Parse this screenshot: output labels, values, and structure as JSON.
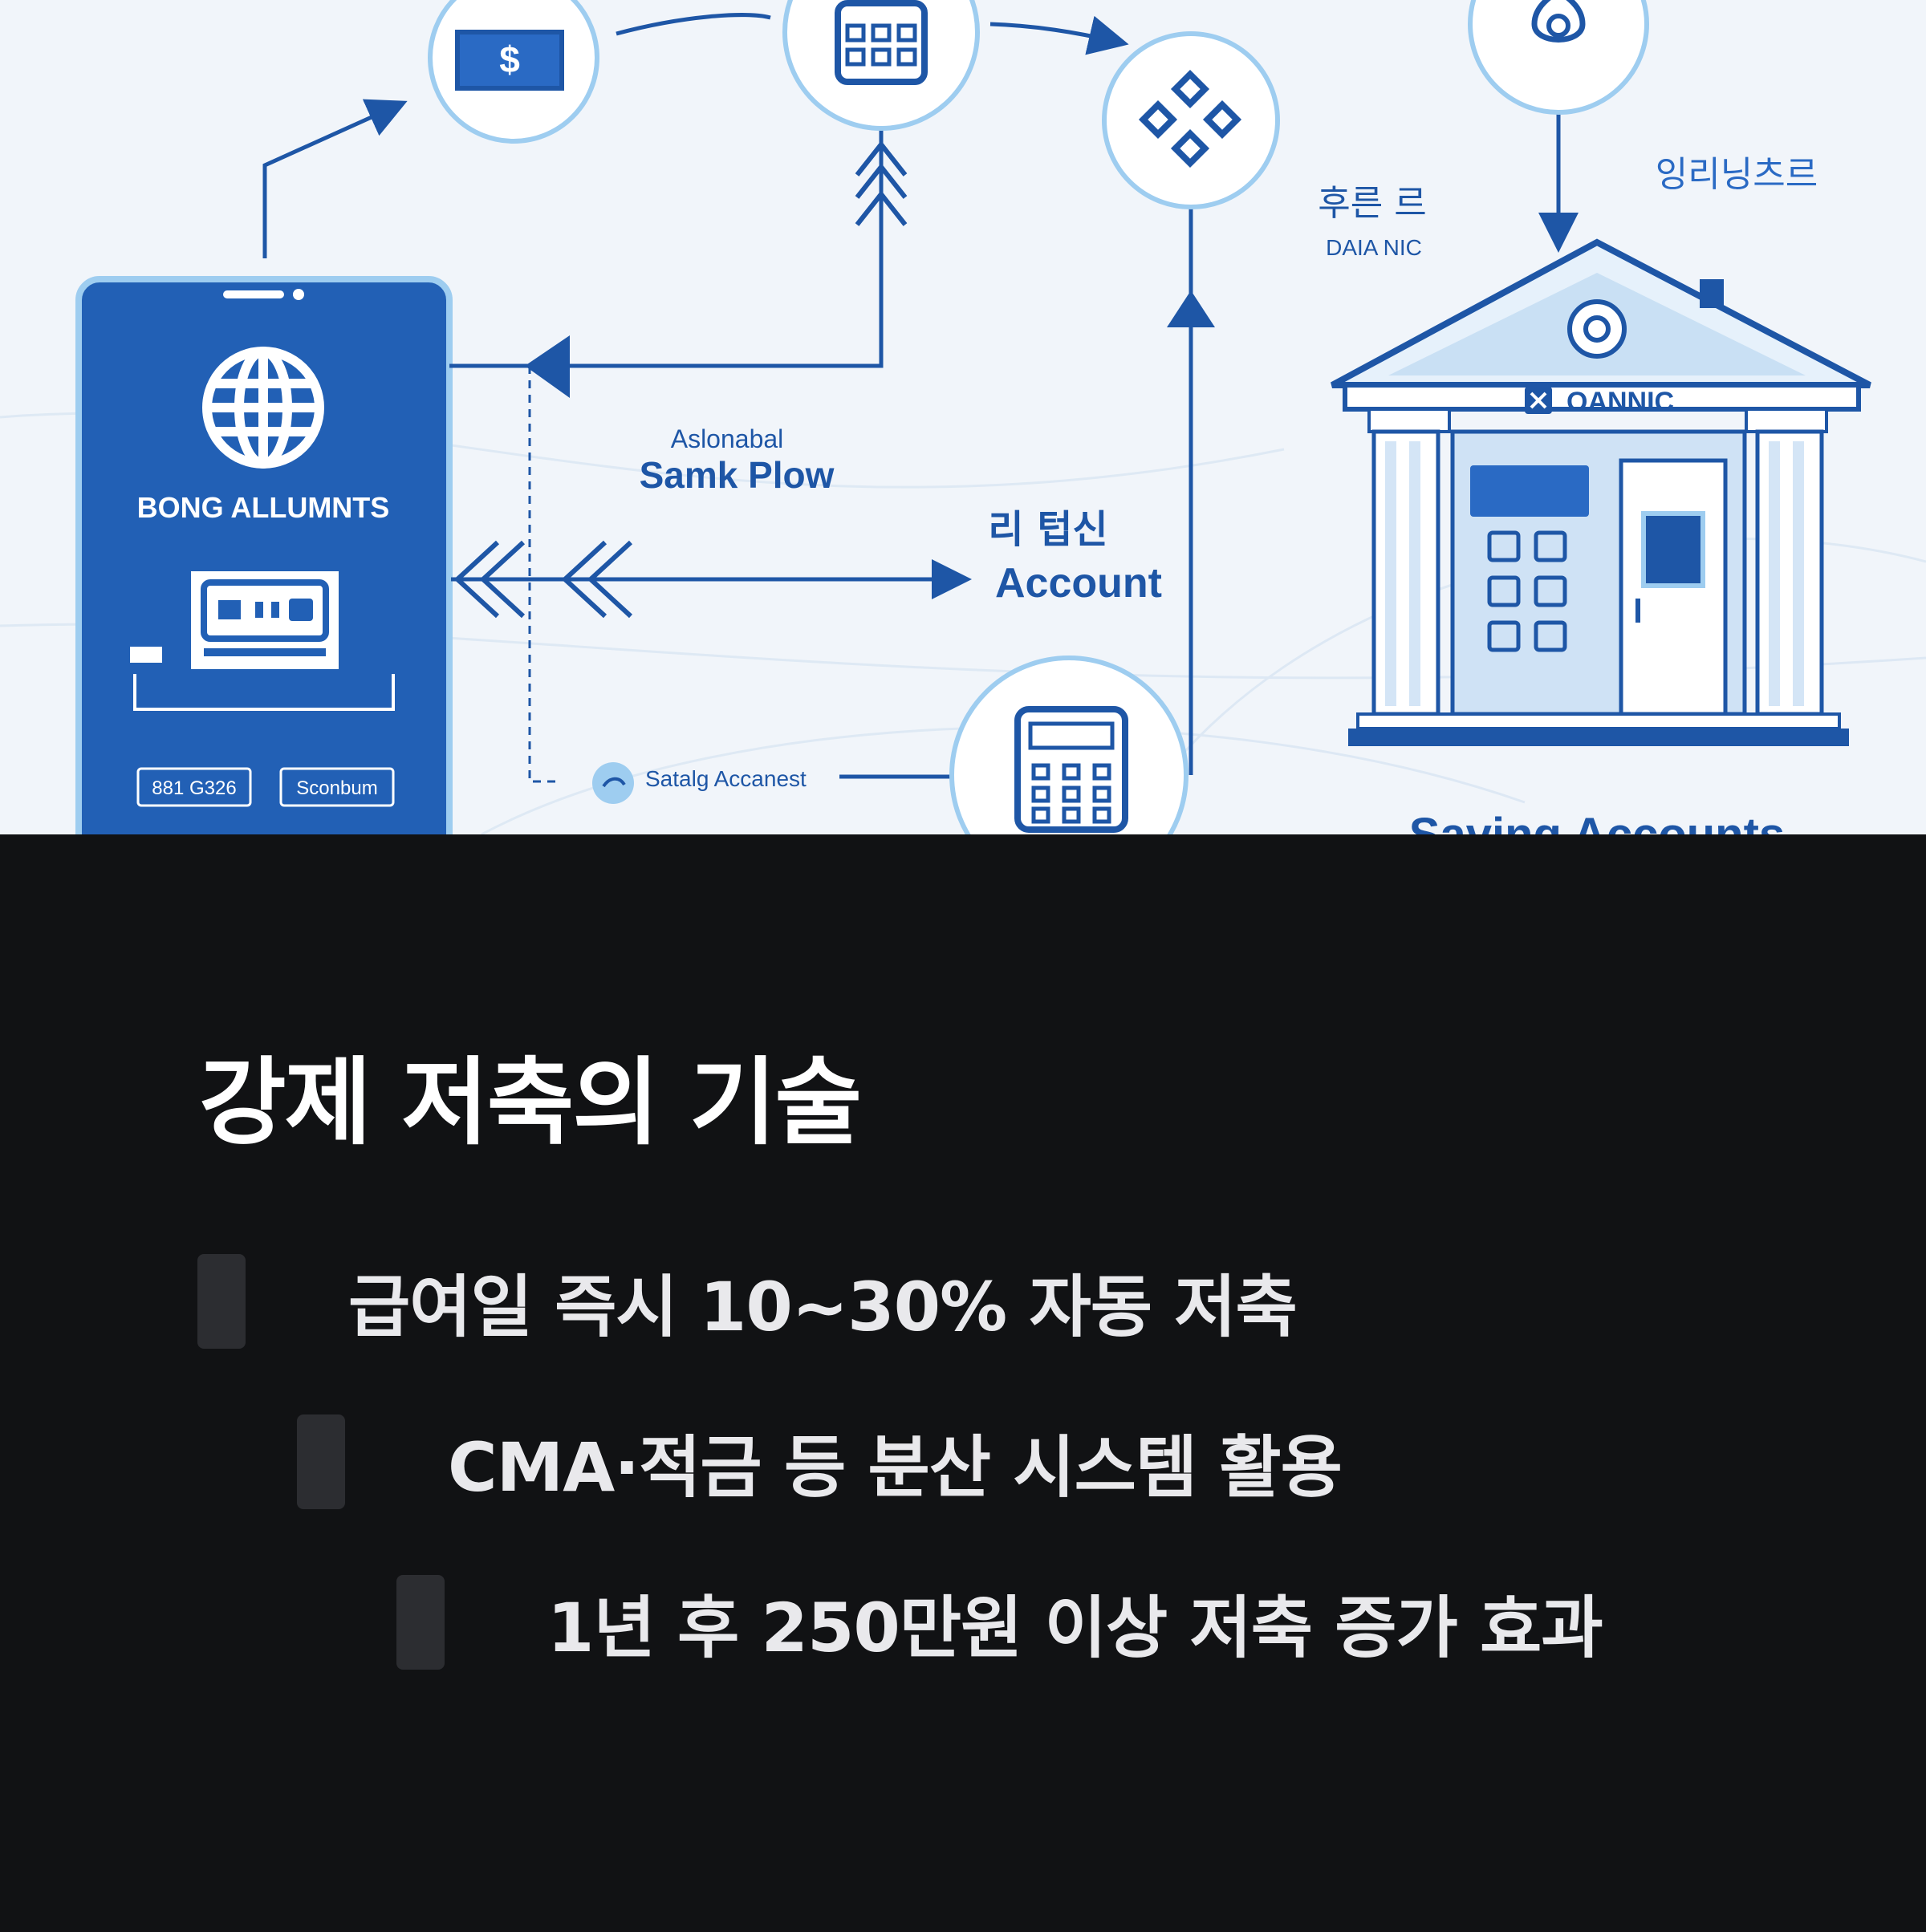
{
  "illustration": {
    "phone": {
      "brand": "BONG ALLUMNTS",
      "button_left": "881 G326",
      "button_right": "Sconbum"
    },
    "flow_labels": {
      "center_top": "Aslonabal",
      "center_bottom": "Samk Plow",
      "account_korean": "리 텁신",
      "account": "Account",
      "small_account": "Satalg Accanest"
    },
    "bank": {
      "label_korean": "후른 르",
      "label_latin": "DAIA NIC",
      "top_right_korean": "잉리닝츠르",
      "name": "OANNIC",
      "bottom_label": "Saving Accounts"
    }
  },
  "slide": {
    "title": "강제 저축의 기술",
    "bullets": [
      "급여일 즉시 10~30% 자동 저축",
      "CMA·적금 등 분산 시스템 활용",
      "1년 후 250만원 이상 저축 증가 효과"
    ]
  },
  "colors": {
    "illustration_bg": "#f1f5fa",
    "brand_blue": "#1e56a6",
    "light_blue": "#9ecdf0",
    "slide_bg": "#111214",
    "marker": "#2c2d31",
    "title_text": "#ffffff",
    "bullet_text": "#e9e9ec"
  }
}
